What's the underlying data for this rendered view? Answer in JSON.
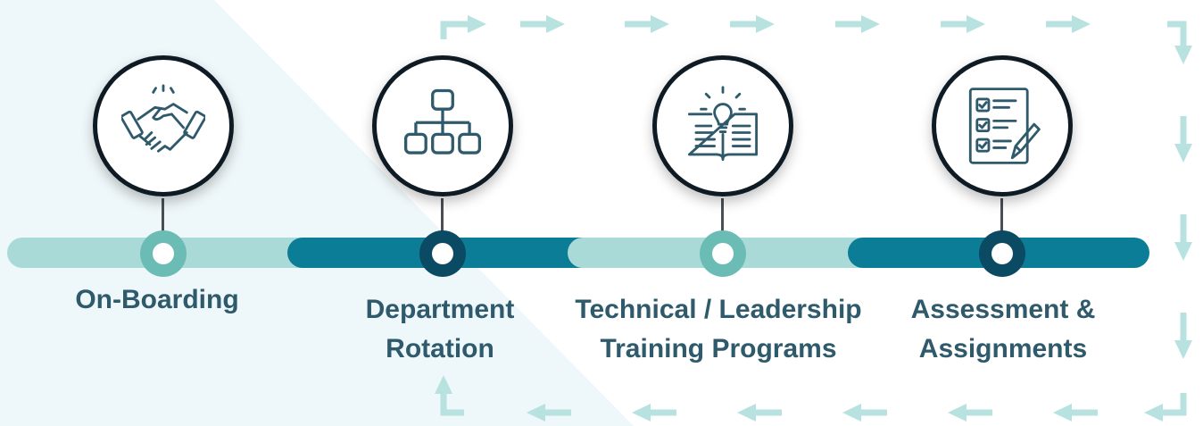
{
  "steps": [
    {
      "label_line1": "On-Boarding",
      "label_line2": "",
      "icon": "handshake-icon",
      "bar": "light"
    },
    {
      "label_line1": "Department",
      "label_line2": "Rotation",
      "icon": "org-chart-icon",
      "bar": "dark"
    },
    {
      "label_line1": "Technical / Leadership",
      "label_line2": "Training Programs",
      "icon": "lightbulb-book-icon",
      "bar": "light"
    },
    {
      "label_line1": "Assessment &",
      "label_line2": "Assignments",
      "icon": "checklist-icon",
      "bar": "dark"
    }
  ],
  "colors": {
    "bar_light": "#a9dad8",
    "bar_dark": "#0b7d96",
    "halo_light": "#6cbcb6",
    "halo_dark": "#0a4a63",
    "arrow": "#b7e2df",
    "label": "#2f5a6b",
    "circle_border": "#0f1b24",
    "background_shape": "#eef7f9"
  },
  "flow_arrows": [
    "top-right",
    "right-down",
    "bottom-left",
    "left-up"
  ]
}
